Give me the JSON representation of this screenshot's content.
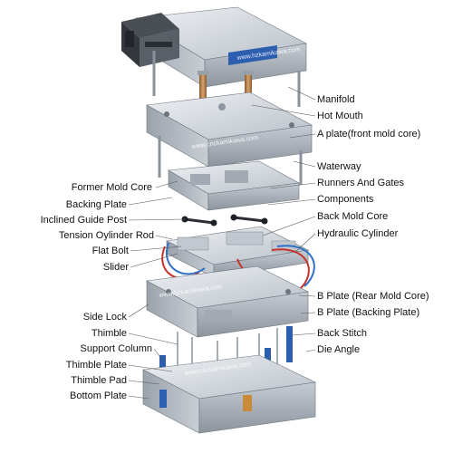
{
  "labels": {
    "manifold": "Manifold",
    "hot_mouth": "Hot Mouth",
    "a_plate": "A plate(front mold core)",
    "waterway": "Waterway",
    "runners_gates": "Runners And Gates",
    "components": "Components",
    "back_mold_core": "Back Mold Core",
    "hydraulic_cylinder": "Hydraulic Cylinder",
    "b_plate_rear": "B Plate (Rear Mold Core)",
    "b_plate_backing": "B Plate (Backing Plate)",
    "back_stitch": "Back Stitch",
    "die_angle": "Die Angle",
    "former_mold_core": "Former Mold Core",
    "backing_plate": "Backing Plate",
    "inclined_guide_post": "Inclined Guide Post",
    "tension_cylinder_rod": "Tension Oylinder Rod",
    "flat_bolt": "Flat Bolt",
    "slider": "Slider",
    "side_lock": "Side Lock",
    "thimble": "Thimble",
    "support_column": "Support Column",
    "thimble_plate": "Thimble Plate",
    "thimble_pad": "Thimble Pad",
    "bottom_plate": "Bottom Plate"
  },
  "watermark": "www.hzkamikawa.com",
  "watermark_alt": "www.cnckamikawa.com",
  "colors": {
    "steel_light": "#d9dde2",
    "steel_mid": "#b5bcc4",
    "steel_dark": "#7e8792",
    "blue_part": "#2d5fb0",
    "hose_red": "#c8322c",
    "hose_blue": "#2f6fc7",
    "leader": "#555555"
  }
}
